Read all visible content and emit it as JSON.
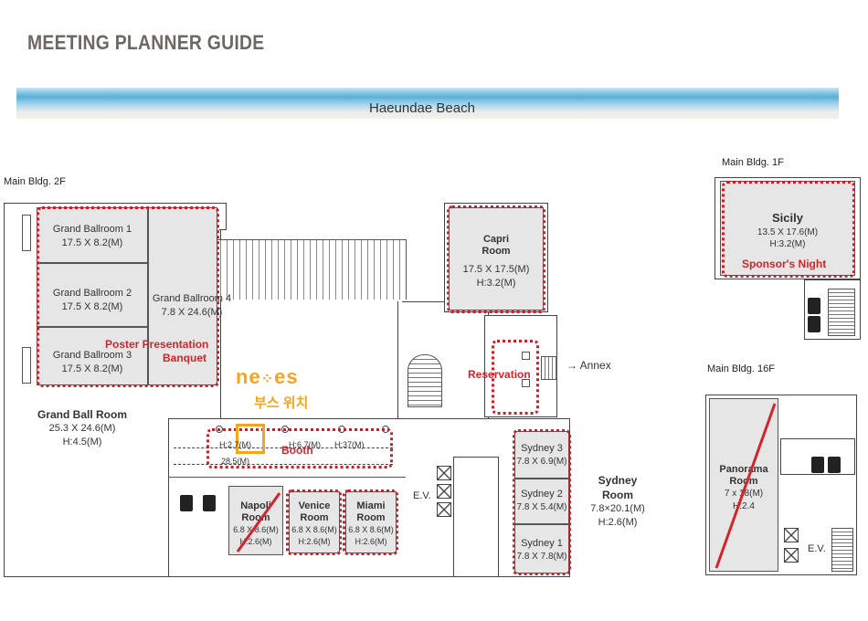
{
  "header": {
    "title": "MEETING PLANNER GUIDE",
    "beach": "Haeundae Beach"
  },
  "main2f": {
    "label": "Main Bldg. 2F",
    "gb1": {
      "name": "Grand Ballroom 1",
      "size": "17.5 X 8.2(M)"
    },
    "gb2": {
      "name": "Grand Ballroom 2",
      "size": "17.5 X 8.2(M)"
    },
    "gb3": {
      "name": "Grand Ballroom 3",
      "size": "17.5 X 8.2(M)"
    },
    "gb4": {
      "name": "Grand Ballroom 4",
      "size": "7.8 X 24.6(M)"
    },
    "gbr": {
      "name": "Grand Ball Room",
      "size": "25.3 X 24.6(M)",
      "height": "H:4.5(M)"
    },
    "poster": "Poster Presentation",
    "banquet": "Banquet",
    "capri": {
      "name1": "Capri",
      "name2": "Room",
      "size": "17.5 X 17.5(M)",
      "height": "H:3.2(M)"
    },
    "reservation": "Reservation",
    "annex": "Annex",
    "logo_pre": "ne",
    "logo_post": "es",
    "booth_kr": "부스 위치",
    "booth": "Booth",
    "h_left": "H:2.7(M)",
    "h_mid": "H:6.7(M)",
    "h_right": "H:37(M)",
    "width_dim": "28.5(M)",
    "napoli": {
      "name1": "Napoli",
      "name2": "Room",
      "size": "6.8 X 8.6(M)",
      "height": "H:2.6(M)"
    },
    "venice": {
      "name1": "Venice",
      "name2": "Room",
      "size": "6.8 X 8.6(M)",
      "height": "H:2.6(M)"
    },
    "miami": {
      "name1": "Miami",
      "name2": "Room",
      "size": "6.8 X 8.6(M)",
      "height": "H:2.6(M)"
    },
    "ev": "E.V.",
    "sydney3": {
      "name": "Sydney 3",
      "size": "7.8 X 6.9(M)"
    },
    "sydney2": {
      "name": "Sydney 2",
      "size": "7.8 X 5.4(M)"
    },
    "sydney1": {
      "name": "Sydney 1",
      "size": "7.8 X 7.8(M)"
    },
    "sydney": {
      "name1": "Sydney",
      "name2": "Room",
      "size": "7.8×20.1(M)",
      "height": "H:2.6(M)"
    }
  },
  "main1f": {
    "label": "Main Bldg. 1F",
    "sicily": {
      "name": "Sicily",
      "size": "13.5 X 17.6(M)",
      "height": "H:3.2(M)"
    },
    "sponsor": "Sponsor's Night"
  },
  "main16f": {
    "label": "Main Bldg. 16F",
    "panorama": {
      "name1": "Panorama",
      "name2": "Room",
      "size": "7 x 18(M)",
      "height": "H:2.4"
    },
    "ev": "E.V."
  },
  "colors": {
    "accent_red": "#d3242c",
    "booth_orange": "#f4a51c",
    "room_fill": "#e6e6e6"
  }
}
